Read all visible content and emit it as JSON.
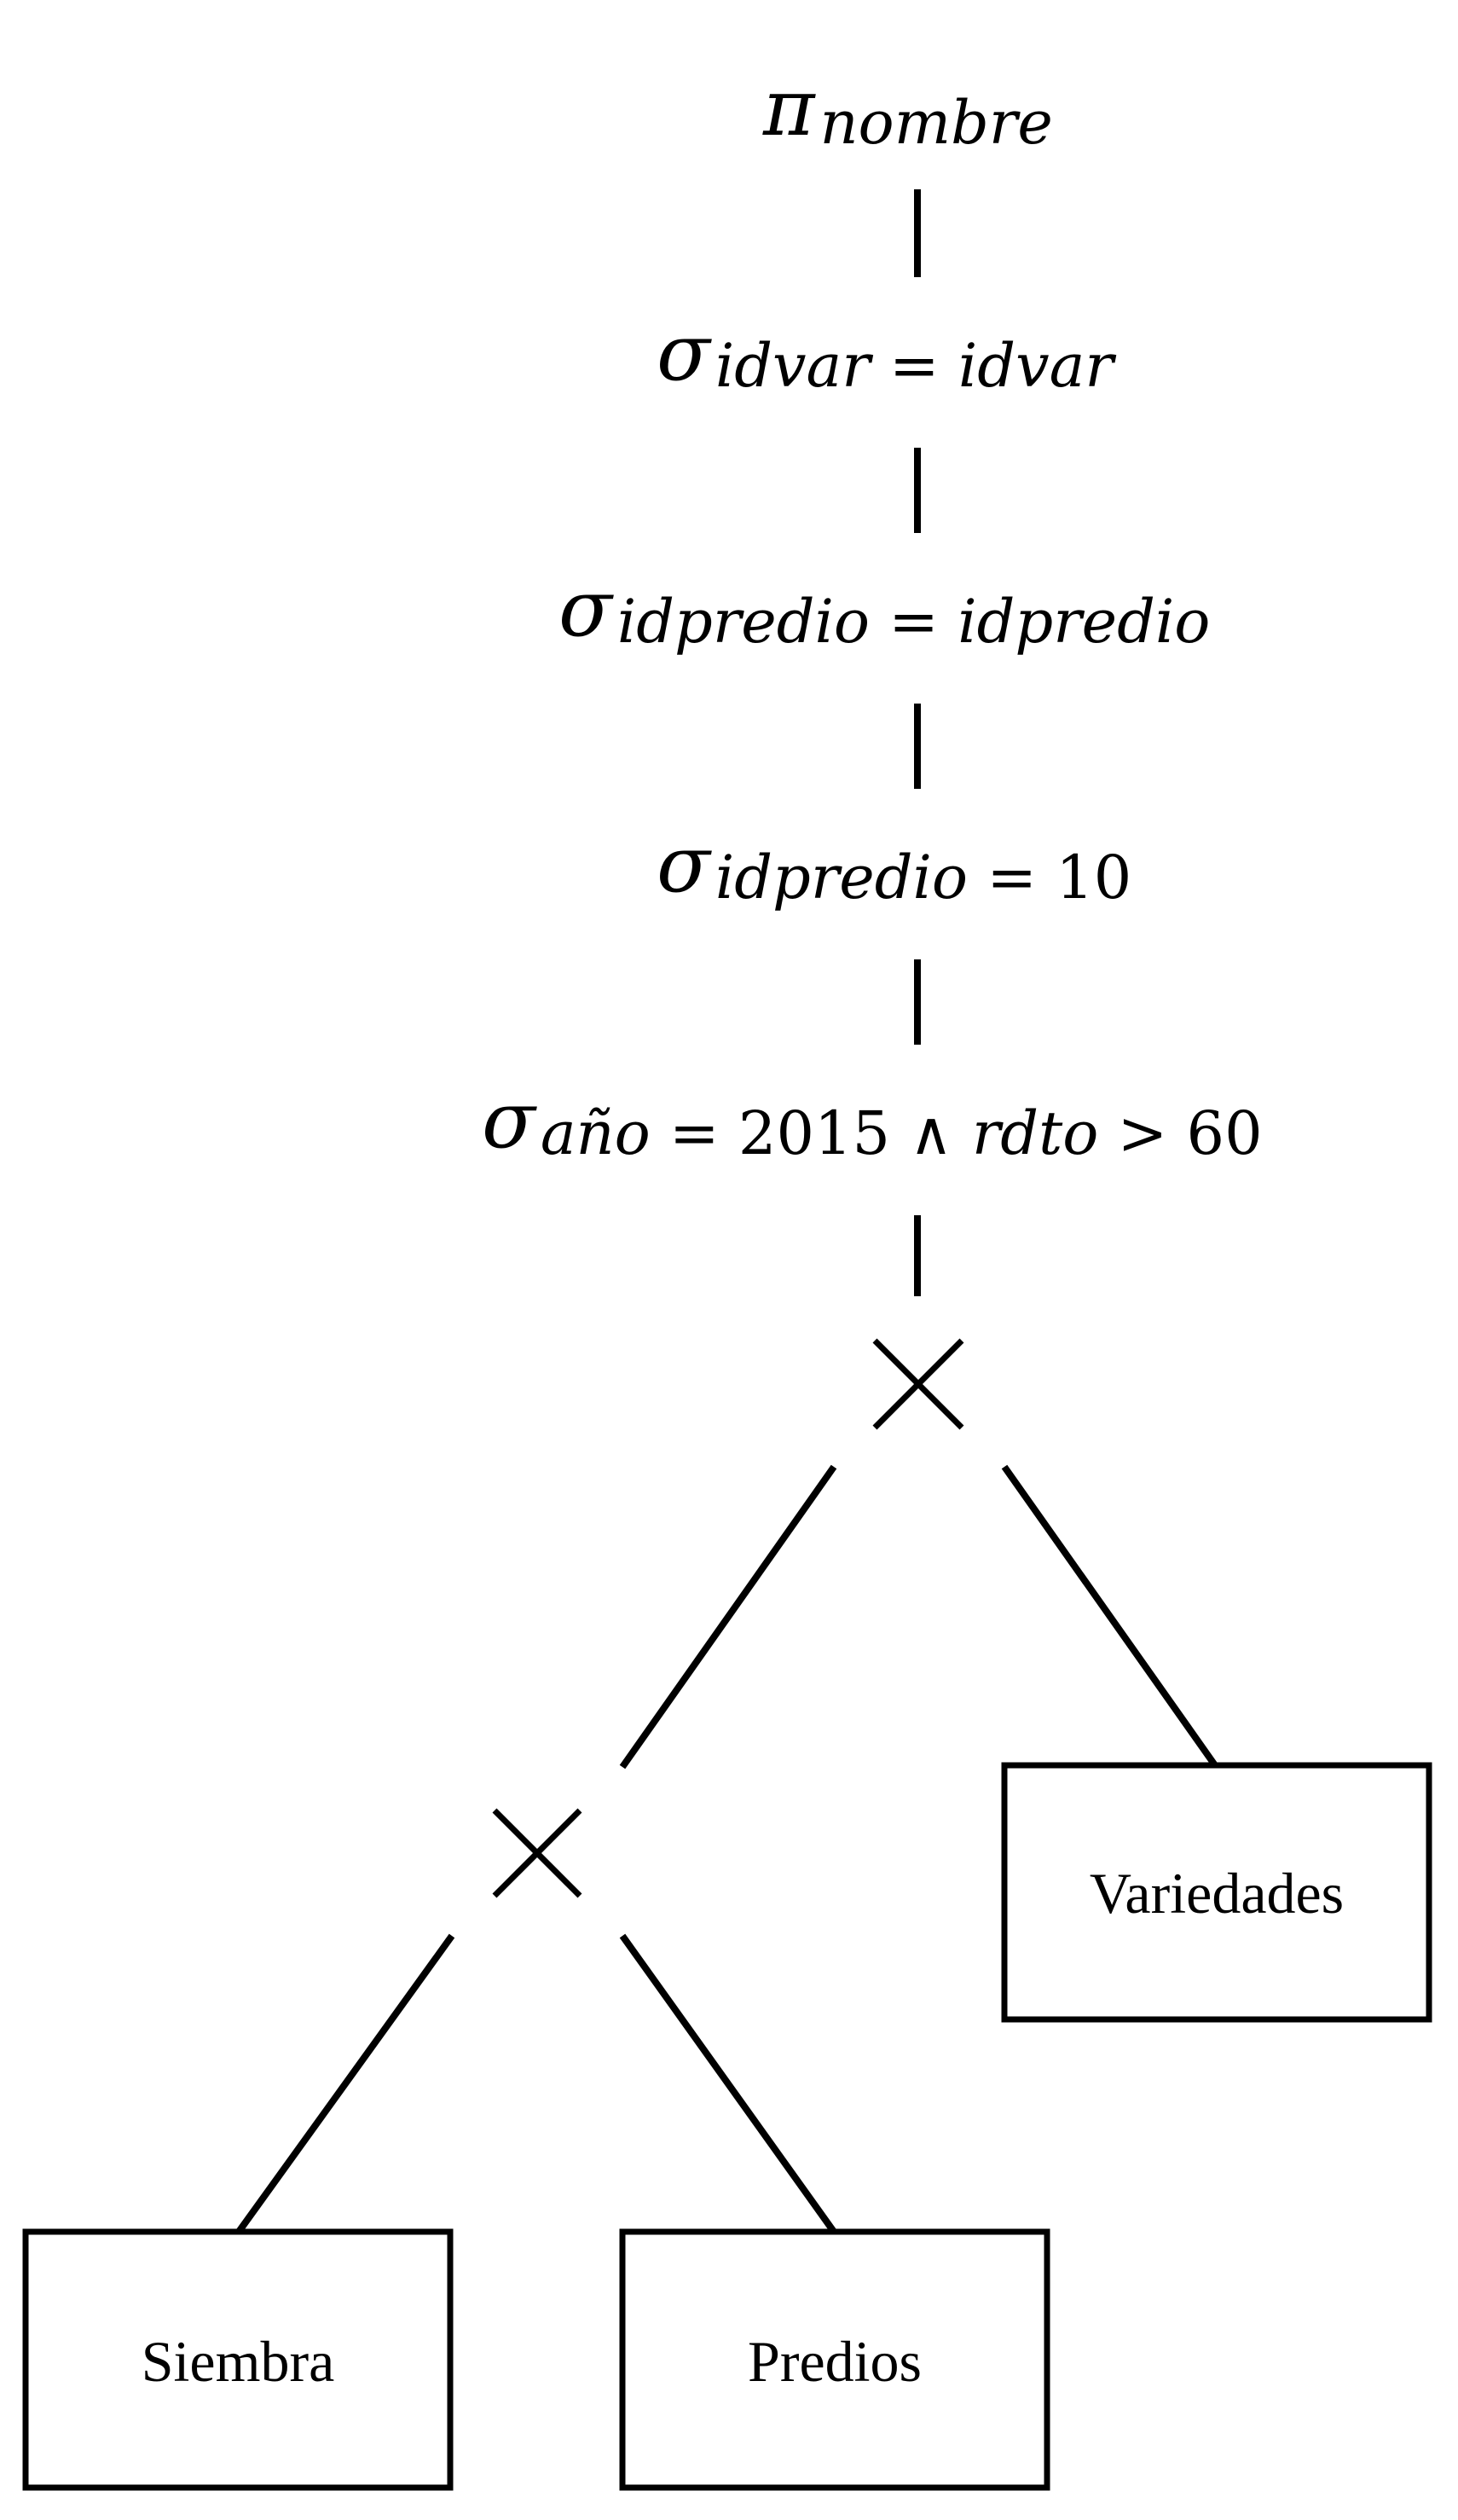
{
  "tree": {
    "projection": {
      "symbol": "π",
      "subscript": "nombre"
    },
    "select_1": {
      "symbol": "σ",
      "subscript": "idvar = idvar"
    },
    "select_2": {
      "symbol": "σ",
      "subscript": "idpredio = idpredio"
    },
    "select_3": {
      "symbol": "σ",
      "subscript_italic": "idpredio",
      "subscript_rest": " = 10"
    },
    "select_4": {
      "symbol": "σ",
      "part_a": "año",
      "part_b": " = 2015 ∧ ",
      "part_c": "rdto",
      "part_d": " > 60"
    },
    "cross_symbol": "×",
    "leaves": {
      "variedades": "Variedades",
      "siembra": "Siembra",
      "predios": "Predios"
    }
  }
}
